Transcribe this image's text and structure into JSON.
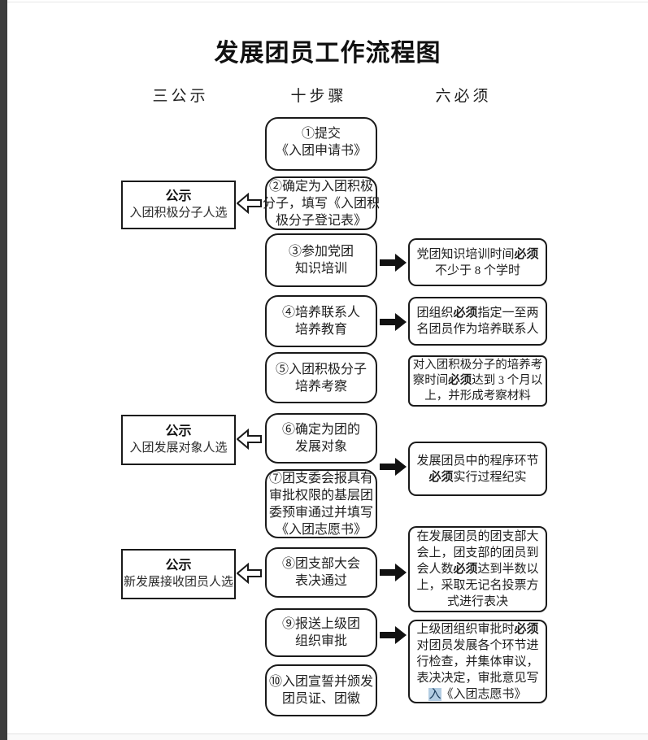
{
  "title": "发展团员工作流程图",
  "column_headers": {
    "left": "三公示",
    "middle": "十步骤",
    "right": "六必须"
  },
  "steps": [
    {
      "lines": [
        "①提交",
        "《入团申请书》"
      ]
    },
    {
      "lines": [
        "②确定为入团积极",
        "分子，填写《入团积",
        "极分子登记表》"
      ]
    },
    {
      "lines": [
        "③参加党团",
        "知识培训"
      ]
    },
    {
      "lines": [
        "④培养联系人",
        "培养教育"
      ]
    },
    {
      "lines": [
        "⑤入团积极分子",
        "培养考察"
      ]
    },
    {
      "lines": [
        "⑥确定为团的",
        "发展对象"
      ]
    },
    {
      "lines": [
        "⑦团支委会报具有",
        "审批权限的基层团",
        "委预审通过并填写",
        "《入团志愿书》"
      ]
    },
    {
      "lines": [
        "⑧团支部大会",
        "表决通过"
      ]
    },
    {
      "lines": [
        "⑨报送上级团",
        "组织审批"
      ]
    },
    {
      "lines": [
        "⑩入团宣誓并颁发",
        "团员证、团徽"
      ]
    }
  ],
  "notices": [
    {
      "title": "公示",
      "subtitle": "入团积极分子人选"
    },
    {
      "title": "公示",
      "subtitle": "入团发展对象人选"
    },
    {
      "title": "公示",
      "subtitle": "新发展接收团员人选"
    }
  ],
  "musts": [
    {
      "lines": [
        [
          "党团知识培训时间",
          {
            "t": "必须",
            "b": true
          }
        ],
        [
          "不少于 8 个学时"
        ]
      ]
    },
    {
      "lines": [
        [
          "团组织",
          {
            "t": "必须",
            "b": true
          },
          "指定一至两"
        ],
        [
          "名团员作为培养联系人"
        ]
      ]
    },
    {
      "lines": [
        [
          "对入团积极分子的培养考"
        ],
        [
          "察时间",
          {
            "t": "必须",
            "b": true
          },
          "达到 3 个月以"
        ],
        [
          "上，并形成考察材料"
        ]
      ]
    },
    {
      "lines": [
        [
          "发展团员中的程序环节"
        ],
        [
          {
            "t": "必须",
            "b": true
          },
          "实行过程纪实"
        ]
      ]
    },
    {
      "lines": [
        [
          "在发展团员的团支部大"
        ],
        [
          "会上，团支部的团员到"
        ],
        [
          "会人数",
          {
            "t": "必须",
            "b": true
          },
          "达到半数以"
        ],
        [
          "上，采取无记名投票方"
        ],
        [
          "式进行表决"
        ]
      ]
    },
    {
      "lines": [
        [
          "上级团组织审批时",
          {
            "t": "必须",
            "b": true
          }
        ],
        [
          "对团员发展各个环节进"
        ],
        [
          "行检查，并集体审议，"
        ],
        [
          "表决决定，审批意见写"
        ],
        [
          {
            "t": "入",
            "hl": true
          },
          "《入团志愿书》"
        ]
      ]
    }
  ],
  "colors": {
    "border": "#1a1a1a",
    "text": "#1f1f1f",
    "highlight_bg": "#b3cde3",
    "highlight_text": "#1c3d5c",
    "page_edge": "#3d3d3d"
  }
}
